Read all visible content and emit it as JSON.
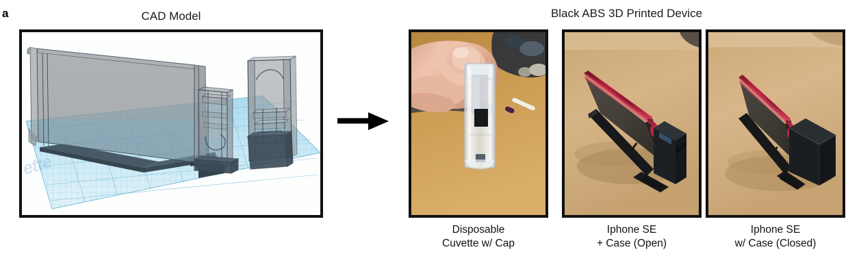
{
  "figure": {
    "panel_letter": "a",
    "background_color": "#ffffff"
  },
  "headings": {
    "cad": "CAD Model",
    "device": "Black ABS 3D Printed Device"
  },
  "cad_panel": {
    "watermark": "ette",
    "build_plate_color": "#bfe4f2",
    "model_color": "#8d9296",
    "border_color": "#111111",
    "description": "Translucent gray 3D CAD model of a phone-case enclosure and cuvette holder on a blue gridded build plate"
  },
  "arrow": {
    "direction": "right",
    "color": "#000000"
  },
  "photos": [
    {
      "id": "cuvette",
      "caption": "Disposable\nCuvette w/ Cap",
      "desk_color": "#c89a56",
      "description": "Hand holding a clear disposable plastic cuvette with cap over a tan desk"
    },
    {
      "id": "iphone-open",
      "caption": "Iphone SE\n+ Case (Open)",
      "desk_color": "#cdab7c",
      "accent_color": "#9e1f38",
      "description": "Red iPhone SE standing upright in a black ABS 3D printed case, open configuration"
    },
    {
      "id": "iphone-closed",
      "caption": "Iphone SE\nw/ Case (Closed)",
      "desk_color": "#cdab7c",
      "accent_color": "#a32240",
      "description": "Red iPhone SE in a black ABS 3D printed case with the black enclosure box closed over the cuvette chamber"
    }
  ]
}
